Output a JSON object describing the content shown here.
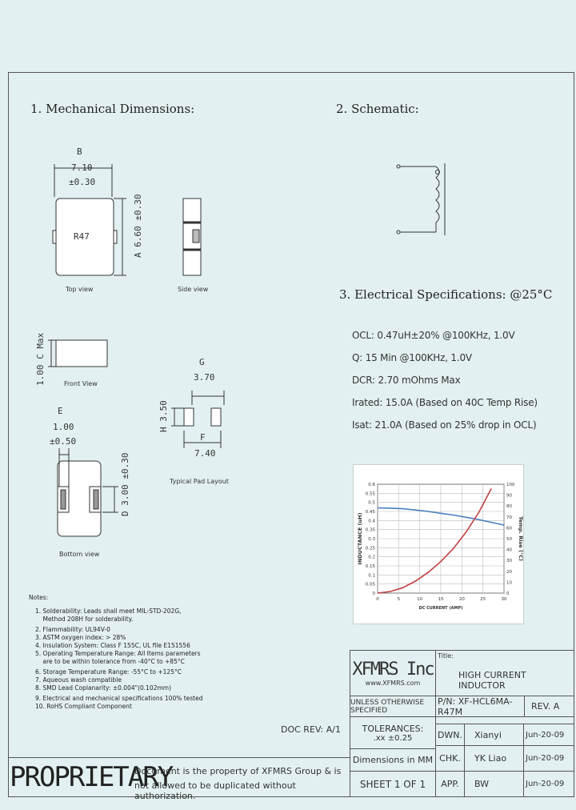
{
  "mech": {
    "title": "1. Mechanical Dimensions:",
    "top_label_b": "B",
    "dim_b": "7.10",
    "tol_b": "±0.30",
    "marking": "R47",
    "dim_a": "A 6.60 ±0.30",
    "top_view": "Top view",
    "side_view": "Side view",
    "dim_c": "1.00 C Max",
    "front_view": "Front View",
    "label_g": "G",
    "dim_g": "3.70",
    "dim_h": "H 3.50",
    "label_f": "F",
    "dim_f": "7.40",
    "pad_layout": "Typical Pad Layout",
    "label_e": "E",
    "dim_e": "1.00",
    "tol_e": "±0.50",
    "dim_d": "D 3.00 ±0.30",
    "bottom_view": "Bottom view"
  },
  "schematic": {
    "title": "2. Schematic:"
  },
  "elec": {
    "title": "3. Electrical Specifications: @25°C",
    "lines": [
      "OCL: 0.47uH±20% @100KHz, 1.0V",
      "Q: 15 Min @100KHz, 1.0V",
      "DCR: 2.70 mOhms Max",
      "Irated: 15.0A (Based on 40C Temp Rise)",
      "Isat: 21.0A (Based on 25% drop in OCL)"
    ]
  },
  "chart_data": {
    "type": "line",
    "xlabel": "DC CURRENT (AMP)",
    "ylabel": "INDUCTANCE (uH)",
    "y2label": "Temp. Rise (°C)",
    "xlim": [
      0,
      30
    ],
    "ylim": [
      0,
      0.6
    ],
    "y2lim": [
      0,
      100
    ],
    "x_ticks": [
      "0",
      "5",
      "10",
      "15",
      "20",
      "25",
      "30"
    ],
    "y_ticks": [
      "0",
      "0.05",
      "0.1",
      "0.15",
      "0.2",
      "0.25",
      "0.3",
      "0.35",
      "0.4",
      "0.45",
      "0.5",
      "0.55",
      "0.6"
    ],
    "y2_ticks": [
      "0",
      "10",
      "20",
      "30",
      "40",
      "50",
      "60",
      "70",
      "80",
      "90",
      "100"
    ],
    "grid": true,
    "series": [
      {
        "axis": "left",
        "color": "#4a7fc0",
        "x": [
          0,
          3,
          6,
          9,
          12,
          15,
          18,
          21,
          24,
          27,
          30
        ],
        "y": [
          0.47,
          0.468,
          0.465,
          0.458,
          0.45,
          0.44,
          0.43,
          0.418,
          0.405,
          0.39,
          0.375
        ]
      },
      {
        "axis": "right",
        "color": "#c04040",
        "x": [
          0,
          3,
          6,
          9,
          12,
          15,
          18,
          21,
          24,
          27
        ],
        "y": [
          0,
          1.5,
          5,
          11,
          19,
          29,
          41,
          56,
          74,
          96
        ]
      }
    ]
  },
  "notes": {
    "title": "Notes:",
    "items": [
      "1. Solderability: Leads shall meet MIL-STD-202G,",
      "    Method 208H for solderability.",
      "2. Flammability: UL94V-0",
      "3. ASTM oxygen index: > 28%",
      "4. Insulation System: Class F 155C, UL file E151556",
      "5. Operating Temperature Range: All Items parameters",
      "    are to be within tolerance from -40°C to +85°C",
      "6. Storage Temperature Range: -55°C to +125°C",
      "7. Aqueous wash compatible",
      "8. SMD Lead Coplanarity: ±0.004\"(0.102mm)",
      "9. Electrical and mechanical specifications 100% tested",
      "10. RoHS Compliant Component"
    ]
  },
  "title_block": {
    "company": "XFMRS Inc",
    "website": "www.XFMRS.com",
    "title_label": "Title:",
    "title": "HIGH CURRENT INDUCTOR",
    "unless": "UNLESS OTHERWISE SPECIFIED",
    "pn": "P/N: XF-HCL6MA-R47M",
    "rev": "REV. A",
    "tolerances": "TOLERANCES:",
    "tol_value": ".xx ±0.25",
    "dims": "Dimensions in MM",
    "dwn": "DWN.",
    "dwn_name": "Xianyi",
    "dwn_date": "Jun-20-09",
    "chk": "CHK.",
    "chk_name": "YK Liao",
    "chk_date": "Jun-20-09",
    "app": "APP.",
    "app_name": "BW",
    "app_date": "Jun-20-09",
    "sheet": "SHEET 1 OF 1",
    "doc_rev": "DOC REV: A/1"
  },
  "proprietary": {
    "word": "PROPRIETARY",
    "line1": "Document is the property of XFMRS Group & is",
    "line2": "not allowed to be duplicated without authorization."
  }
}
